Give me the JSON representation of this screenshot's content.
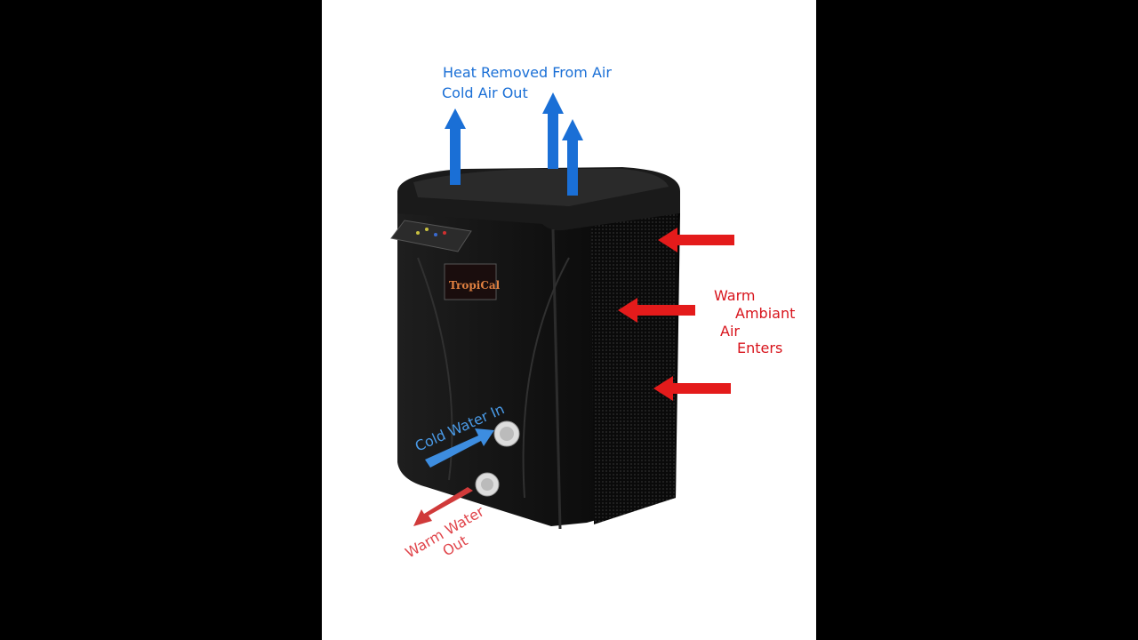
{
  "colors": {
    "background": "#000000",
    "panel": "#ffffff",
    "air_out_blue": "#1a6fd6",
    "warm_air_red": "#d8141c",
    "cold_water_blue": "#4a9be8",
    "warm_water_red": "#e0444a",
    "unit_body": "#141414"
  },
  "labels": {
    "air_out_line1": "Heat Removed From Air",
    "air_out_line2": "Cold Air Out",
    "air_in_line1": "Warm",
    "air_in_line2": "Ambiant",
    "air_in_line3": "Air",
    "air_in_line4": "Enters",
    "water_in": "Cold Water In",
    "water_out_line1": "Warm Water",
    "water_out_line2": "Out"
  },
  "unit": {
    "logo": "TropiCal",
    "icons": [
      "control-panel-icon",
      "palm-logo-icon",
      "water-port-icon"
    ]
  }
}
